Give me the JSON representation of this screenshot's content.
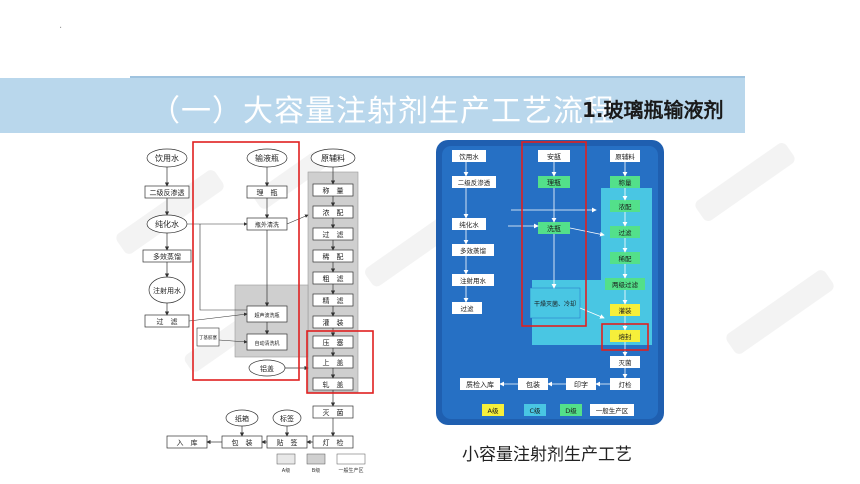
{
  "slide": {
    "small_mark": ".",
    "title_main": "（一）大容量注射剂生产工艺流程",
    "title_sub": "1.玻璃瓶输液剂",
    "caption": "小容量注射剂生产工艺"
  },
  "left_diagram": {
    "water_col": [
      "饮用水",
      "二级反渗透",
      "纯化水",
      "多效蒸馏",
      "注射用水",
      "过　滤"
    ],
    "bottle_col": [
      "输液瓶",
      "理　瓶",
      "瓶外清洗",
      "超声波洗瓶",
      "自动清洗机",
      "铝盖"
    ],
    "material_col": [
      "原辅料",
      "称　量",
      "浓　配",
      "过　滤",
      "稀　配",
      "粗　滤",
      "精　滤",
      "灌　装",
      "压　塞",
      "上　盖",
      "轧　盖",
      "灭　菌",
      "灯　检"
    ],
    "small_box": "丁基胶塞",
    "bottom_row": [
      "入　库",
      "包　装",
      "贴　签"
    ],
    "bottom_ovals": [
      "纸箱",
      "标签"
    ],
    "legend": [
      "A级",
      "B级",
      "一般生产区"
    ]
  },
  "right_diagram": {
    "water_col": [
      "饮用水",
      "二级反渗透",
      "纯化水",
      "多效蒸馏",
      "注射用水",
      "过滤"
    ],
    "ampoule_col": [
      "安瓿",
      "理瓶",
      "洗瓶",
      "干燥灭菌、冷却"
    ],
    "material_col": [
      "原辅料",
      "称量",
      "浓配",
      "过滤",
      "稀配",
      "两级过滤",
      "灌装",
      "熔封",
      "灭菌",
      "灯检"
    ],
    "bottom_row": [
      "质检入库",
      "包装",
      "印字"
    ],
    "legend": [
      "A级",
      "C级",
      "D级",
      "一般生产区"
    ]
  },
  "colors": {
    "title_band": "#b9d7ec",
    "blue_panel": "#1f5fb0",
    "cyan_area": "#49c6e3",
    "green_box": "#53e08a",
    "yellow_box": "#f6ef3a",
    "red_frame": "#e02020"
  }
}
